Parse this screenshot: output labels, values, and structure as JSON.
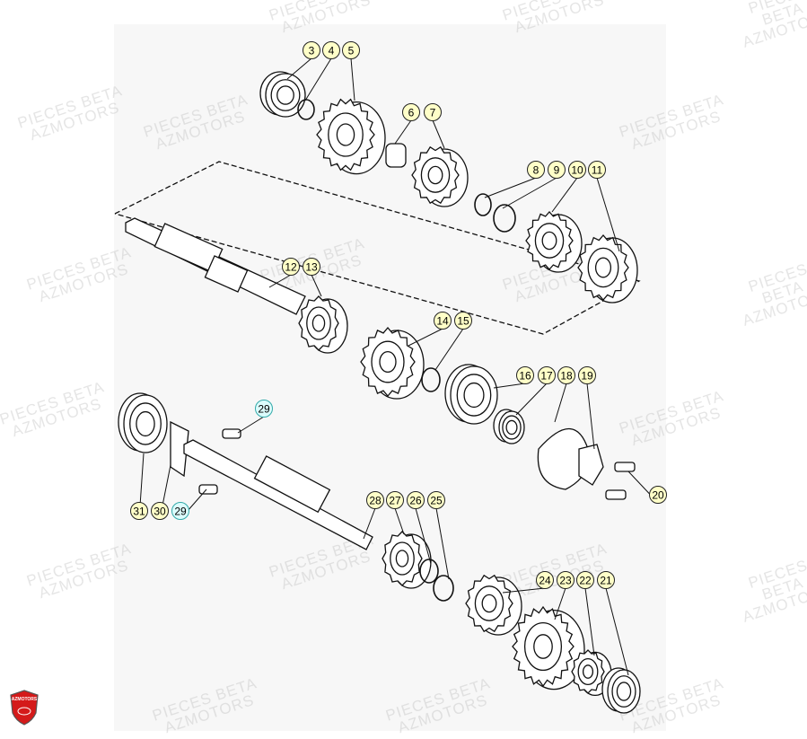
{
  "diagram": {
    "callouts": [
      "3",
      "4",
      "5",
      "6",
      "7",
      "8",
      "9",
      "10",
      "11",
      "12",
      "13",
      "14",
      "15",
      "16",
      "17",
      "18",
      "19",
      "29",
      "20",
      "31",
      "30",
      "29",
      "28",
      "27",
      "26",
      "25",
      "24",
      "23",
      "22",
      "21"
    ],
    "callout_colors": {
      "default_fill": "#ffffc8",
      "cyan_fill": "#dcfcfc",
      "border": "#222222"
    }
  },
  "watermark": {
    "line1": "PIECES BETA",
    "line2": "AZMOTORS"
  },
  "logo": {
    "text": "AZMOTORS",
    "color": "#d41a1a"
  }
}
